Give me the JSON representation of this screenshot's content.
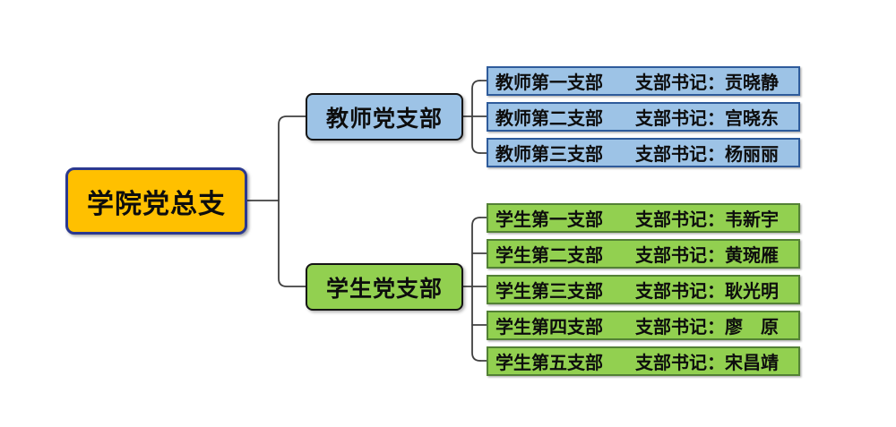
{
  "root": {
    "label": "学院党总支"
  },
  "branches": [
    {
      "label": "教师党支部",
      "rows": [
        {
          "unit": "教师第一支部",
          "secretary": "支部书记：贡晓静"
        },
        {
          "unit": "教师第二支部",
          "secretary": "支部书记：宫晓东"
        },
        {
          "unit": "教师第三支部",
          "secretary": "支部书记：杨丽丽"
        }
      ]
    },
    {
      "label": "学生党支部",
      "rows": [
        {
          "unit": "学生第一支部",
          "secretary": "支部书记：韦新宇"
        },
        {
          "unit": "学生第二支部",
          "secretary": "支部书记：黄琬雁"
        },
        {
          "unit": "学生第三支部",
          "secretary": "支部书记：耿光明"
        },
        {
          "unit": "学生第四支部",
          "secretary": "支部书记：廖　原"
        },
        {
          "unit": "学生第五支部",
          "secretary": "支部书记：宋昌靖"
        }
      ]
    }
  ],
  "colors": {
    "root_fill": "#FFC000",
    "root_border": "#2B3990",
    "teacher_fill": "#9DC3E6",
    "teacher_row_border": "#2E5B9B",
    "student_fill": "#92D050",
    "student_row_border": "#538135",
    "connector": "#404040",
    "background": "#FFFFFF"
  }
}
